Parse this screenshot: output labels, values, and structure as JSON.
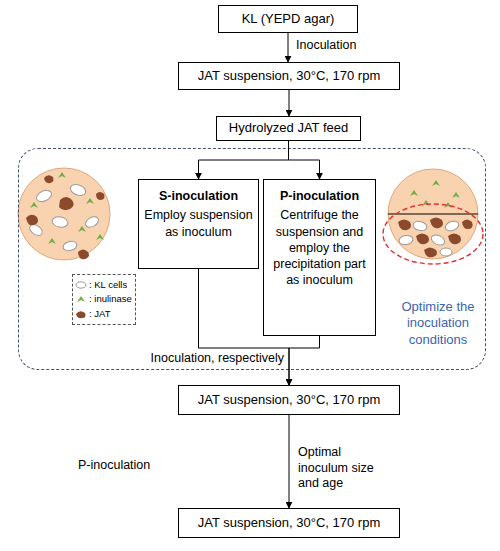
{
  "diagram": {
    "nodes": [
      {
        "text": [
          "KL (YEPD agar)"
        ]
      },
      {
        "text": [
          "JAT suspension, 30°C, 170 rpm"
        ]
      },
      {
        "text": [
          "Hydrolyzed JAT feed"
        ]
      },
      {
        "text": [
          "Optimize the inoculation conditions"
        ]
      },
      {
        "text": [
          "S-inoculation",
          "Employ suspension as inoculum"
        ],
        "in": 3
      },
      {
        "text": [
          "P-inoculation",
          "Centrifuge the suspension and employ the precipitation part as inoculum"
        ],
        "in": 3
      },
      {
        "text": [
          "JAT suspension, 30°C, 170 rpm"
        ]
      },
      {
        "text": [
          "JAT suspension, 30°C, 170 rpm"
        ]
      }
    ],
    "edges": [
      {
        "from": 0,
        "to": 1,
        "label": "Inoculation",
        "arrow": "to"
      },
      {
        "from": 1,
        "to": 2,
        "arrow": "to"
      },
      {
        "from": 2,
        "to": 4,
        "arrow": "to"
      },
      {
        "from": 2,
        "to": 5,
        "arrow": "to"
      },
      {
        "from": 4,
        "to": 6,
        "label": "Inoculation, respectively",
        "arrow": "to"
      },
      {
        "from": 5,
        "to": 6,
        "arrow": "to"
      },
      {
        "from": 6,
        "to": 7,
        "label": "Optimal inoculum size and age",
        "arrow": "to"
      }
    ],
    "labels": [
      "P-inoculation"
    ],
    "legend": [
      {
        "text": ": KL cells"
      },
      {
        "text": ": inulinase"
      },
      {
        "text": ": JAT"
      }
    ]
  }
}
